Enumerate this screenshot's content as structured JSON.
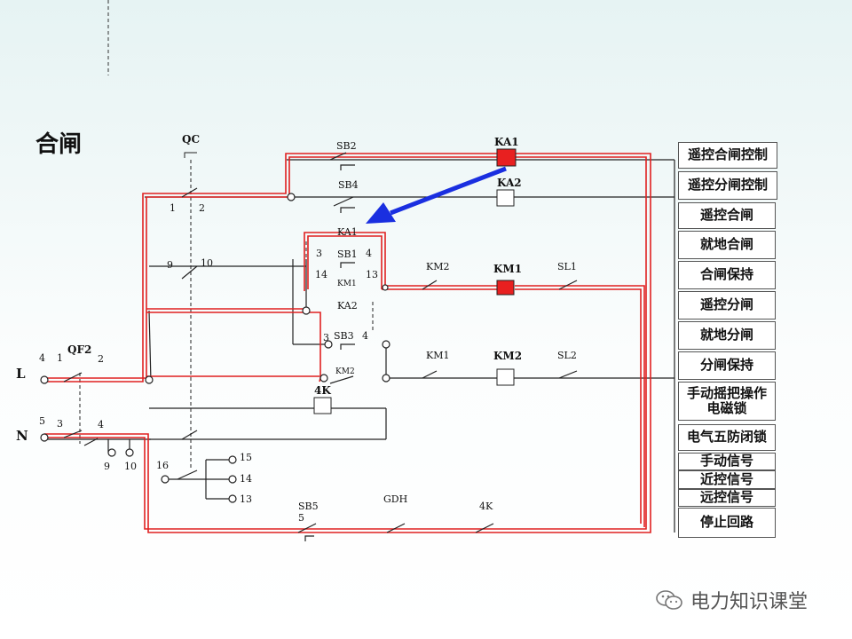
{
  "title": "合闸",
  "watermark": "电力知识课堂",
  "side_buttons": [
    {
      "label": "遥控合闸控制"
    },
    {
      "label": "遥控分闸控制"
    },
    {
      "label": "遥控合闸"
    },
    {
      "label": "就地合闸"
    },
    {
      "label": "合闸保持"
    },
    {
      "label": "遥控分闸"
    },
    {
      "label": "就地分闸"
    },
    {
      "label": "分闸保持"
    },
    {
      "label": "手动摇把操作\n电磁锁"
    },
    {
      "label": "电气五防闭锁"
    },
    {
      "label": "手动信号"
    },
    {
      "label": "近控信号"
    },
    {
      "label": "远控信号"
    },
    {
      "label": "停止回路"
    }
  ],
  "labels": {
    "qc": "QC",
    "sb2": "SB2",
    "sb4": "SB4",
    "ka1_top": "KA1",
    "ka2_top": "KA2",
    "n1": "1",
    "n2": "2",
    "n9": "9",
    "n10": "10",
    "ka1_mid": "KA1",
    "sb1": "SB1",
    "km1_small": "KM1",
    "n3a": "3",
    "n4a": "4",
    "n14a": "14",
    "n13a": "13",
    "km2_a": "KM2",
    "km1_coil": "KM1",
    "sl1": "SL1",
    "ka2_mid": "KA2",
    "sb3": "SB3",
    "n3b": "3",
    "n4b": "4",
    "km1_b": "KM1",
    "km2_coil": "KM2",
    "sl2": "SL2",
    "km2_small": "KM2",
    "k4": "4K",
    "L": "L",
    "N": "N",
    "qf2": "QF2",
    "l4": "4",
    "l1": "1",
    "l2": "2",
    "n5": "5",
    "n3c": "3",
    "n4c": "4",
    "b9": "9",
    "b10": "10",
    "b16": "16",
    "b15": "15",
    "b14": "14",
    "b13": "13",
    "sb5": "SB5",
    "sb5n": "5",
    "gdh": "GDH",
    "k4b": "4K"
  }
}
